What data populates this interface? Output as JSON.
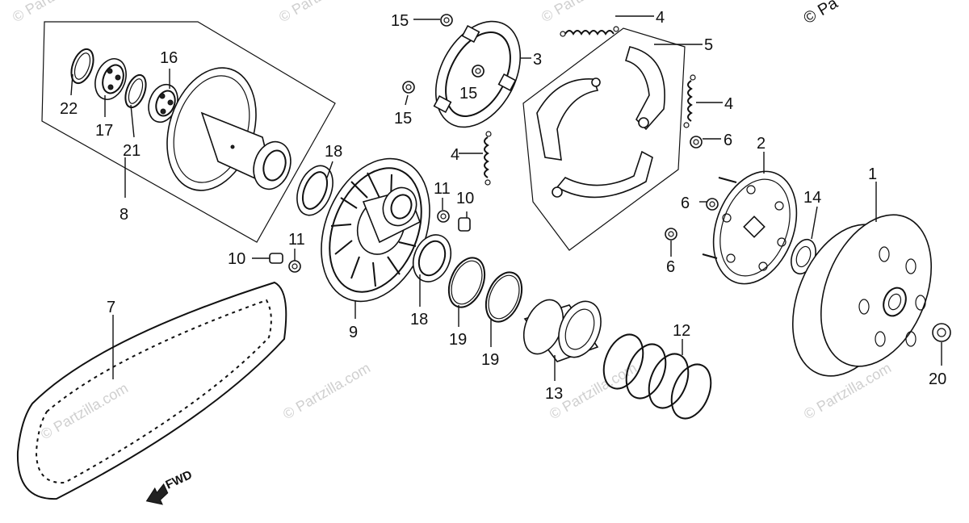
{
  "copyright": "© Pa",
  "watermark_text": "© Partzilla.com",
  "direction_label": "FWD",
  "labels": {
    "l1": "1",
    "l2": "2",
    "l3": "3",
    "l4a": "4",
    "l4b": "4",
    "l4c": "4",
    "l5": "5",
    "l6a": "6",
    "l6b": "6",
    "l6c": "6",
    "l7": "7",
    "l8": "8",
    "l9": "9",
    "l10a": "10",
    "l10b": "10",
    "l11a": "11",
    "l11b": "11",
    "l12": "12",
    "l13": "13",
    "l14": "14",
    "l15a": "15",
    "l15b": "15",
    "l15c": "15",
    "l16": "16",
    "l17": "17",
    "l18a": "18",
    "l18b": "18",
    "l19a": "19",
    "l19b": "19",
    "l20": "20",
    "l21": "21",
    "l22": "22"
  }
}
